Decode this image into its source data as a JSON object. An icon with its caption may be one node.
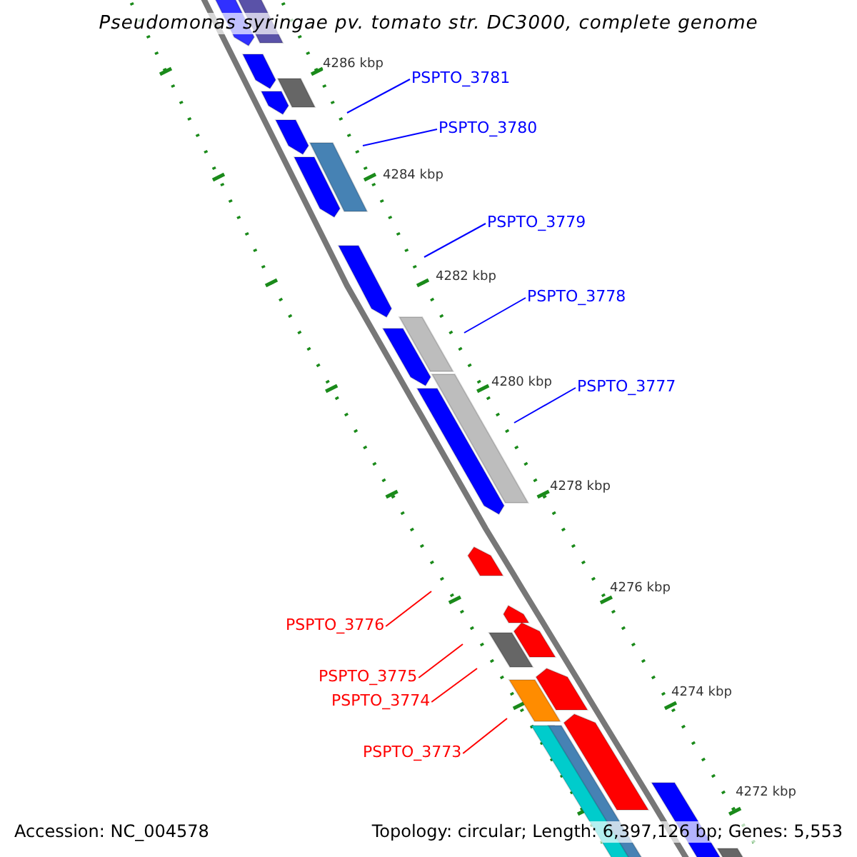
{
  "diagram": {
    "title": "Pseudomonas syringae pv. tomato str. DC3000, complete genome",
    "nodes": [
      {
        "text": [
          "PSPTO_3781"
        ]
      },
      {
        "text": [
          "PSPTO_3780"
        ]
      },
      {
        "text": [
          "PSPTO_3779"
        ]
      },
      {
        "text": [
          "PSPTO_3778"
        ]
      },
      {
        "text": [
          "PSPTO_3777"
        ]
      },
      {
        "text": [
          "PSPTO_3776"
        ]
      },
      {
        "text": [
          "PSPTO_3775"
        ]
      },
      {
        "text": [
          "PSPTO_3774"
        ]
      },
      {
        "text": [
          "PSPTO_3773"
        ]
      }
    ],
    "edges": [
      {
        "from": 0,
        "to": null,
        "arrow": "none"
      },
      {
        "from": 1,
        "to": null,
        "arrow": "none"
      },
      {
        "from": 2,
        "to": null,
        "arrow": "none"
      },
      {
        "from": 3,
        "to": null,
        "arrow": "none"
      },
      {
        "from": 4,
        "to": null,
        "arrow": "none"
      },
      {
        "from": 5,
        "to": null,
        "arrow": "none",
        "color": "#ff0000"
      },
      {
        "from": 6,
        "to": null,
        "arrow": "none",
        "color": "#ff0000"
      },
      {
        "from": 7,
        "to": null,
        "arrow": "none",
        "color": "#ff0000"
      },
      {
        "from": 8,
        "to": null,
        "arrow": "none",
        "color": "#ff0000"
      }
    ],
    "labels": [
      "4286 kbp",
      "4284 kbp",
      "4282 kbp",
      "4280 kbp",
      "4278 kbp",
      "4276 kbp",
      "4274 kbp",
      "4272 kbp",
      "Accession: NC_004578",
      "Topology: circular; Length: 6,397,126 bp; Genes: 5,553"
    ]
  }
}
